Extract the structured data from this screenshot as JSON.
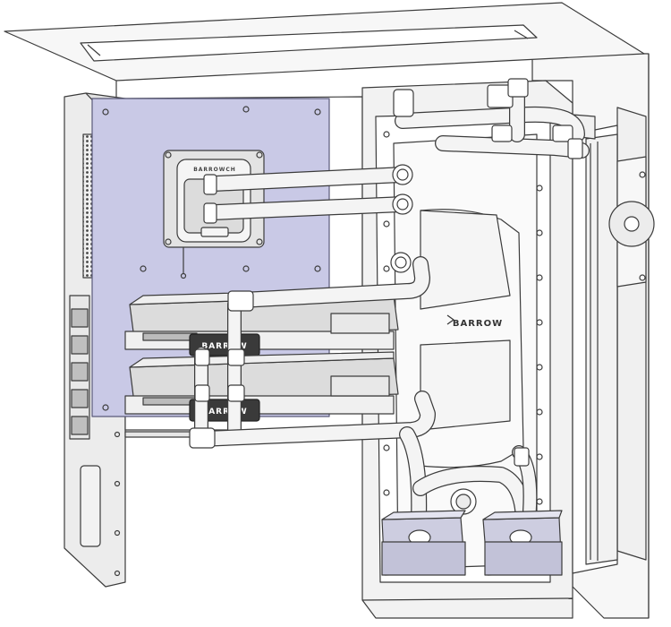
{
  "brand": {
    "res_label": "BARROW",
    "gpu_top_label": "BARROW",
    "gpu_bottom_label": "BARROW",
    "cpu_label": "BARROWCH"
  },
  "colors": {
    "line": "#3c3c3c",
    "motherboard": "#c9c9e6",
    "panel": "#f7f7f7",
    "metal": "#ececec",
    "tube": "#f4f4f4",
    "gpu_plate": "#d9d9d9",
    "pump": "#cdcde0",
    "dark_block": "#3a3a3a"
  }
}
